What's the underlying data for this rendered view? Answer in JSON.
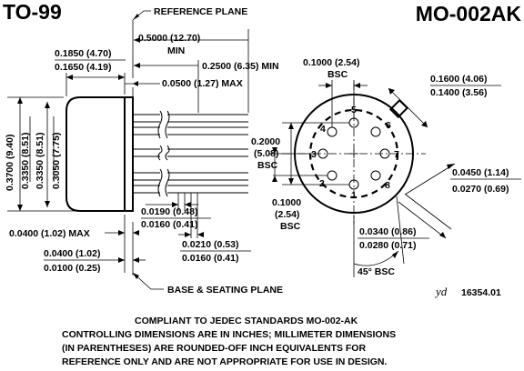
{
  "header": {
    "package": "TO-99",
    "outline": "MO-002AK"
  },
  "side_view": {
    "reference_plane": "REFERENCE PLANE",
    "dim_top_1": "0.5000 (12.70)",
    "dim_top_1_sub": "MIN",
    "dim_top_2": "0.2500 (6.35) MIN",
    "dim_cap_max": "0.1850 (4.70)",
    "dim_cap_min": "0.1650 (4.19)",
    "dim_lead_len": "0.0500 (1.27) MAX",
    "dim_dia_outer": "0.3700 (9.40)",
    "dim_dia_outer_min": "0.3350 (8.51)",
    "dim_dia_body_max": "0.3350 (8.51)",
    "dim_dia_body_min": "0.3050 (7.75)",
    "dim_lead_dia_max": "0.0190 (0.48)",
    "dim_lead_dia_min": "0.0160 (0.41)",
    "dim_lead2_max": "0.0210 (0.53)",
    "dim_lead2_min": "0.0160 (0.41)",
    "dim_flange": "0.0400 (1.02) MAX",
    "dim_flange2_max": "0.0400 (1.02)",
    "dim_flange2_min": "0.0100 (0.25)",
    "base_plane": "BASE & SEATING PLANE"
  },
  "bottom_view": {
    "pitch_1": "0.1000 (2.54)",
    "pitch_1_sub": "BSC",
    "pin_circle_1": "0.2000",
    "pin_circle_2": "(5.08)",
    "pin_circle_3": "BSC",
    "pitch_2_a": "0.1000",
    "pitch_2_b": "(2.54)",
    "pitch_2_c": "BSC",
    "tab_width_max": "0.1600 (4.06)",
    "tab_width_min": "0.1400 (3.56)",
    "tab_len_max": "0.0450 (1.14)",
    "tab_len_min": "0.0270 (0.69)",
    "tab_thk_max": "0.0340 (0.86)",
    "tab_thk_min": "0.0280 (0.71)",
    "angle": "45° BSC",
    "pins": [
      "1",
      "2",
      "3",
      "4",
      "5",
      "6",
      "7",
      "8"
    ]
  },
  "drawing_id": {
    "initials": "yd",
    "number": "16354.01"
  },
  "notes": {
    "line_1": "COMPLIANT TO JEDEC STANDARDS MO-002-AK",
    "line_2": "CONTROLLING DIMENSIONS ARE IN INCHES; MILLIMETER  DIMENSIONS",
    "line_3": "(IN PARENTHESES) ARE ROUNDED-OFF INCH EQUIVALENTS FOR",
    "line_4": "REFERENCE ONLY AND ARE NOT APPROPRIATE FOR USE IN DESIGN."
  }
}
